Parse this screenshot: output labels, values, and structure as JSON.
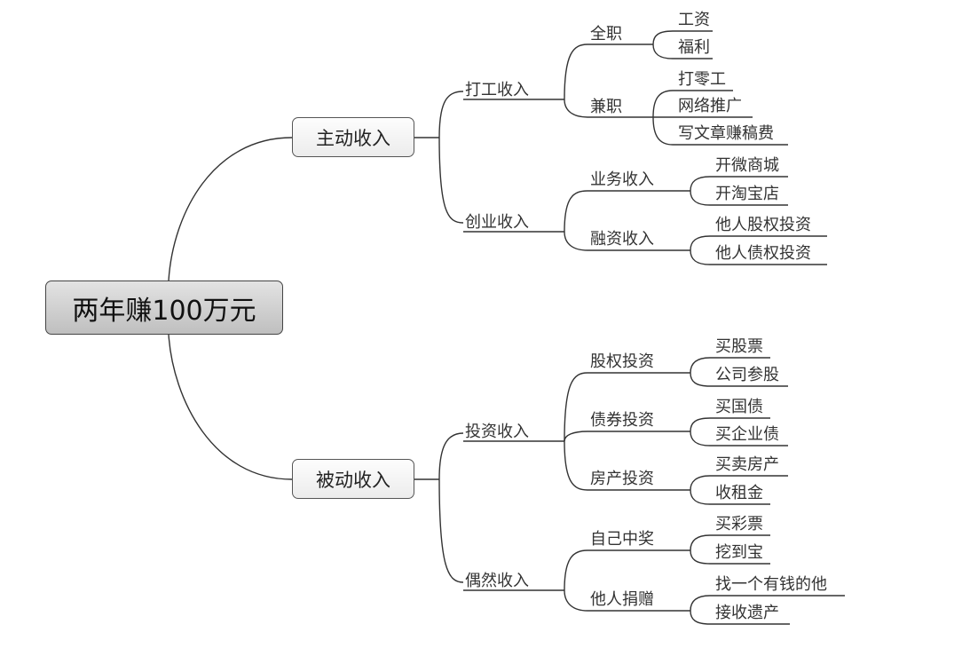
{
  "root": "两年赚100万元",
  "branches": {
    "active": {
      "label": "主动收入",
      "work": {
        "label": "打工收入",
        "fulltime": {
          "label": "全职",
          "items": [
            "工资",
            "福利"
          ]
        },
        "parttime": {
          "label": "兼职",
          "items": [
            "打零工",
            "网络推广",
            "写文章赚稿费"
          ]
        }
      },
      "startup": {
        "label": "创业收入",
        "business": {
          "label": "业务收入",
          "items": [
            "开微商城",
            "开淘宝店"
          ]
        },
        "financing": {
          "label": "融资收入",
          "items": [
            "他人股权投资",
            "他人债权投资"
          ]
        }
      }
    },
    "passive": {
      "label": "被动收入",
      "investment": {
        "label": "投资收入",
        "equity": {
          "label": "股权投资",
          "items": [
            "买股票",
            "公司参股"
          ]
        },
        "bond": {
          "label": "债券投资",
          "items": [
            "买国债",
            "买企业债"
          ]
        },
        "property": {
          "label": "房产投资",
          "items": [
            "买卖房产",
            "收租金"
          ]
        }
      },
      "chance": {
        "label": "偶然收入",
        "lottery": {
          "label": "自己中奖",
          "items": [
            "买彩票",
            "挖到宝"
          ]
        },
        "donation": {
          "label": "他人捐赠",
          "items": [
            "找一个有钱的他",
            "接收遗产"
          ]
        }
      }
    }
  }
}
